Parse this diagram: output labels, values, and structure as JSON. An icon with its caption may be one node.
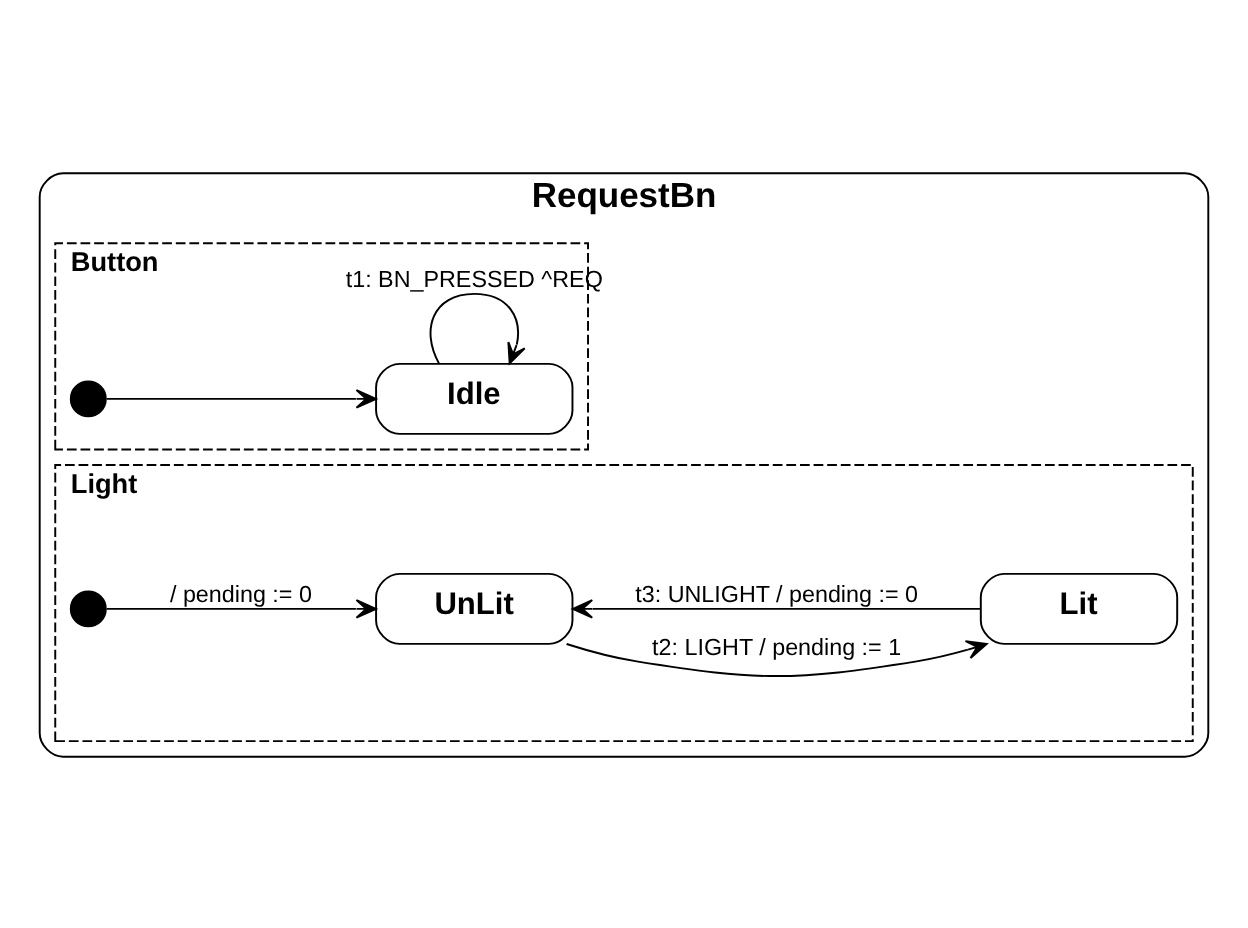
{
  "diagram": {
    "nodes": [
      {
        "text": [
          "RequestBn"
        ]
      },
      {
        "text": [
          "Button"
        ],
        "in": 0
      },
      {
        "text": [],
        "shape": "circle",
        "in": 1
      },
      {
        "text": [
          "Idle"
        ],
        "in": 1
      },
      {
        "text": [
          "Light"
        ],
        "in": 0
      },
      {
        "text": [],
        "shape": "circle",
        "in": 4
      },
      {
        "text": [
          "UnLit"
        ],
        "in": 4
      },
      {
        "text": [
          "Lit"
        ],
        "in": 4
      }
    ],
    "edges": [
      {
        "from": 2,
        "to": 3,
        "arrow": "to"
      },
      {
        "from": 3,
        "to": 3,
        "arrow": "to",
        "label": "t1: BN_PRESSED ^REQ"
      },
      {
        "from": 5,
        "to": 6,
        "arrow": "to",
        "label": "/ pending := 0"
      },
      {
        "from": 6,
        "to": 7,
        "arrow": "to",
        "label": "t2: LIGHT / pending := 1"
      },
      {
        "from": 7,
        "to": 6,
        "arrow": "to",
        "label": "t3: UNLIGHT / pending := 0"
      }
    ]
  }
}
